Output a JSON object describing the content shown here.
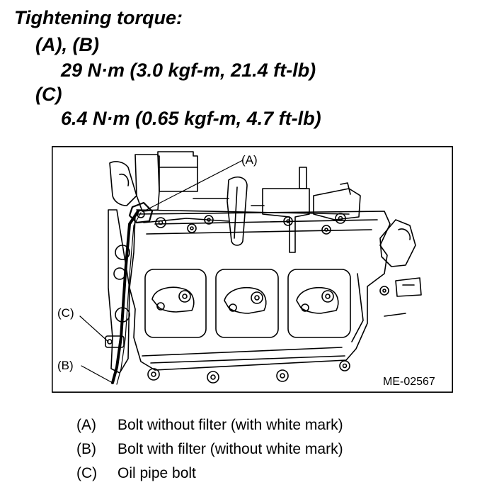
{
  "torque": {
    "heading": "Tightening torque:",
    "ab_label": "(A), (B)",
    "ab_value": "29 N·m (3.0 kgf-m, 21.4 ft-lb)",
    "c_label": "(C)",
    "c_value": "6.4 N·m (0.65 kgf-m, 4.7 ft-lb)"
  },
  "figure": {
    "callout_a": "(A)",
    "callout_b": "(B)",
    "callout_c": "(C)",
    "code": "ME-02567"
  },
  "legend": [
    {
      "key": "(A)",
      "text": "Bolt without filter (with white mark)"
    },
    {
      "key": "(B)",
      "text": "Bolt with filter (without white mark)"
    },
    {
      "key": "(C)",
      "text": "Oil pipe bolt"
    }
  ]
}
